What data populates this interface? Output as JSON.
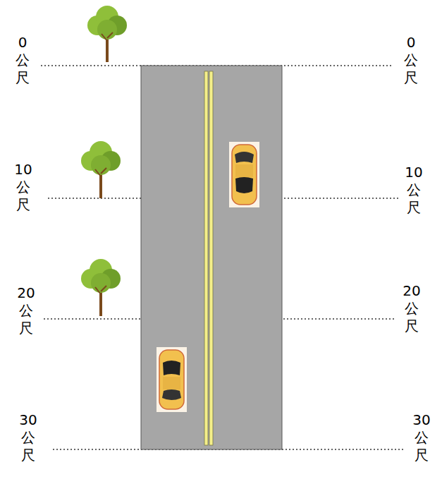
{
  "diagram": {
    "labels": [
      "0 公尺",
      "0 公尺",
      "10 公尺",
      "10 公尺",
      "20 公尺",
      "20 公尺",
      "30 公尺",
      "30 公尺"
    ]
  }
}
